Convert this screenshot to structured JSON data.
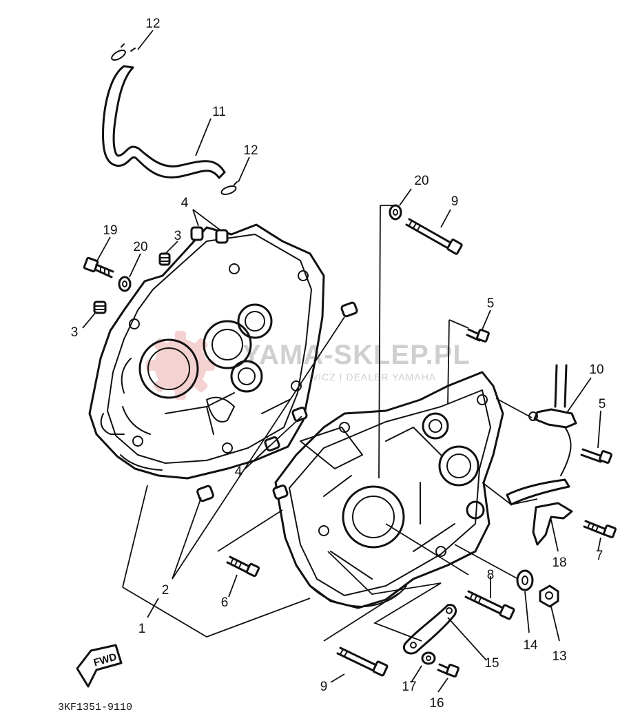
{
  "callouts": {
    "c12a": "12",
    "c11": "11",
    "c12b": "12",
    "c4a": "4",
    "c3a": "3",
    "c19": "19",
    "c20a": "20",
    "c3b": "3",
    "c20b": "20",
    "c9a": "9",
    "c5a": "5",
    "c10": "10",
    "c5b": "5",
    "c4b": "4",
    "c18": "18",
    "c7": "7",
    "c2": "2",
    "c6": "6",
    "c1": "1",
    "c8": "8",
    "c14": "14",
    "c13": "13",
    "c15": "15",
    "c9b": "9",
    "c17": "17",
    "c16": "16"
  },
  "diagram_code": "3KF1351-9110",
  "fwd_label": "FWD",
  "watermark": {
    "brand": "YAMA-SKLEP.PL",
    "tagline": "WICZ I DEALER YAMAHA"
  },
  "colors": {
    "line": "#111111",
    "background": "#ffffff",
    "watermark_gray": "#cfcfcf",
    "watermark_red": "#f3c8c8"
  }
}
